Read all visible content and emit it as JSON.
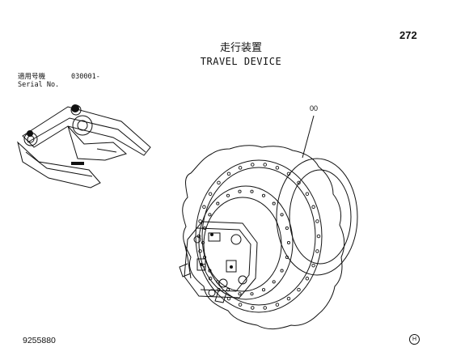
{
  "header": {
    "page_number": "272",
    "title_jp": "走行装置",
    "title_en": "TRAVEL DEVICE"
  },
  "applicability": {
    "label_jp": "適用号機",
    "serial_value": "030001-",
    "label_en": "Serial No."
  },
  "callouts": [
    "00"
  ],
  "footer": {
    "part_code": "9255880",
    "brand_mark": "H"
  }
}
